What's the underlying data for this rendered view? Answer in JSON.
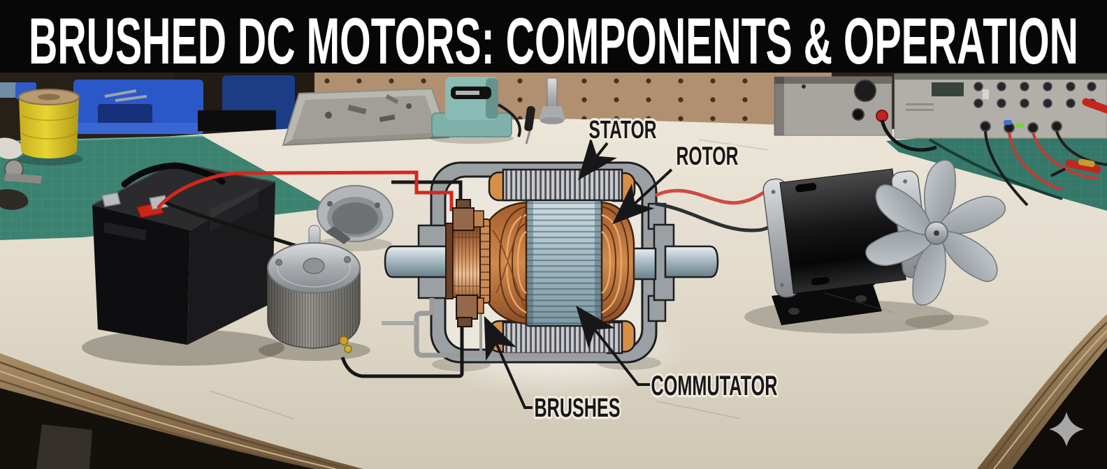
{
  "title": {
    "text": "BRUSHED DC MOTORS: COMPONENTS & OPERATION",
    "bar_color": "#070707",
    "text_color": "#ffffff"
  },
  "diagram": {
    "labels": {
      "stator": "STATOR",
      "rotor": "ROTOR",
      "brushes": "BRUSHES",
      "commutator": "COMMUTATOR"
    },
    "label_color": "#17171a"
  },
  "scene": {
    "objects": [
      "lead-acid-battery",
      "battery-jumper-wires",
      "small-dc-motor",
      "motor-can-shell",
      "cutaway-motor-diagram",
      "large-dc-motor-with-fan",
      "yellow-wire-spool",
      "blue-parts-bins",
      "metal-parts-tray",
      "teal-bench-tool",
      "lab-power-supply",
      "oscilloscope",
      "green-cutting-mats",
      "plywood-workbench"
    ],
    "colors": {
      "wire_red": "#d2342a",
      "wire_black": "#1a1a1a",
      "copper": "#c07840",
      "housing_gray": "#9ba0a5",
      "rotor_blue": "#a9bfc8",
      "stator_orange": "#d78f45",
      "table_cream": "#e3dccd",
      "mat_green": "#3c8271",
      "wood_edge": "#967b57",
      "title_bar": "#070707"
    }
  },
  "watermark": {
    "icon": "sparkle-icon"
  }
}
